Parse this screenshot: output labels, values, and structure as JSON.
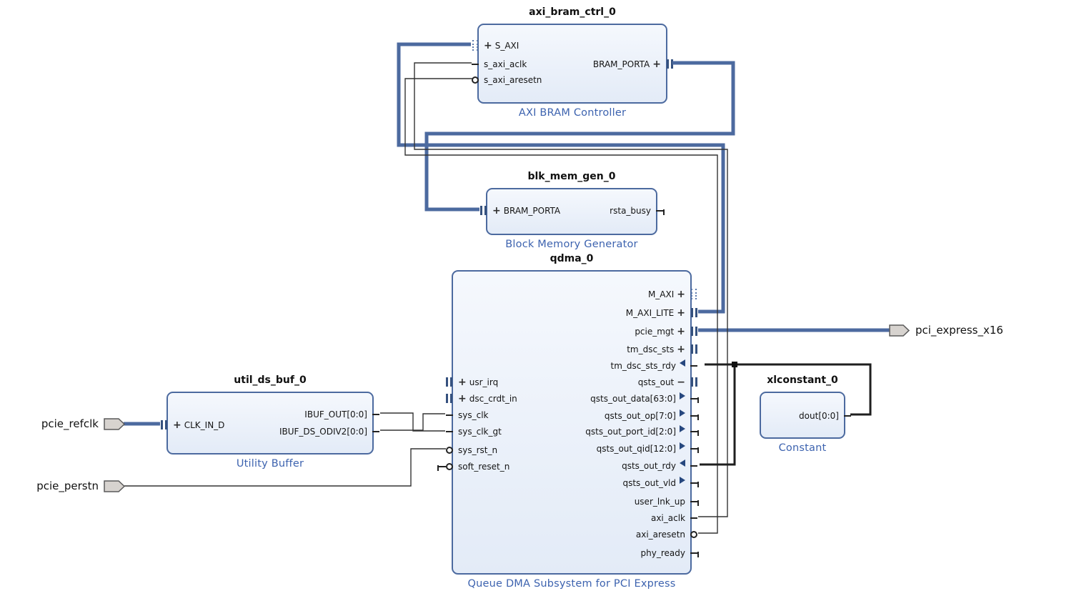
{
  "blocks": {
    "axi_bram_ctrl": {
      "instance": "axi_bram_ctrl_0",
      "caption": "AXI BRAM Controller",
      "ports": {
        "s_axi": "S_AXI",
        "s_axi_aclk": "s_axi_aclk",
        "s_axi_aresetn": "s_axi_aresetn",
        "bram_porta": "BRAM_PORTA"
      }
    },
    "blk_mem_gen": {
      "instance": "blk_mem_gen_0",
      "caption": "Block Memory Generator",
      "ports": {
        "bram_porta": "BRAM_PORTA",
        "rsta_busy": "rsta_busy"
      }
    },
    "qdma": {
      "instance": "qdma_0",
      "caption": "Queue DMA Subsystem for PCI Express",
      "ports_left": [
        "usr_irq",
        "dsc_crdt_in",
        "sys_clk",
        "sys_clk_gt",
        "sys_rst_n",
        "soft_reset_n"
      ],
      "ports_right": [
        "M_AXI",
        "M_AXI_LITE",
        "pcie_mgt",
        "tm_dsc_sts",
        "tm_dsc_sts_rdy",
        "qsts_out",
        "qsts_out_data[63:0]",
        "qsts_out_op[7:0]",
        "qsts_out_port_id[2:0]",
        "qsts_out_qid[12:0]",
        "qsts_out_rdy",
        "qsts_out_vld",
        "user_lnk_up",
        "axi_aclk",
        "axi_aresetn",
        "phy_ready"
      ]
    },
    "util_ds_buf": {
      "instance": "util_ds_buf_0",
      "caption": "Utility Buffer",
      "ports": {
        "clk_in_d": "CLK_IN_D",
        "ibuf_out": "IBUF_OUT[0:0]",
        "ibuf_ds_odiv2": "IBUF_DS_ODIV2[0:0]"
      }
    },
    "xlconstant": {
      "instance": "xlconstant_0",
      "caption": "Constant",
      "ports": {
        "dout": "dout[0:0]"
      }
    }
  },
  "external_ports": {
    "pcie_refclk": "pcie_refclk",
    "pcie_perstn": "pcie_perstn",
    "pci_express_x16": "pci_express_x16"
  },
  "glyphs": {
    "expand": "+",
    "collapse": "−"
  },
  "colors": {
    "wire_interface": "#4c6a9f",
    "wire_scalar": "#333333",
    "wire_constant": "#1f1f1f",
    "block_border": "#4c6a9f",
    "block_fill": "#edf3fb",
    "caption_text": "#3d63af"
  }
}
